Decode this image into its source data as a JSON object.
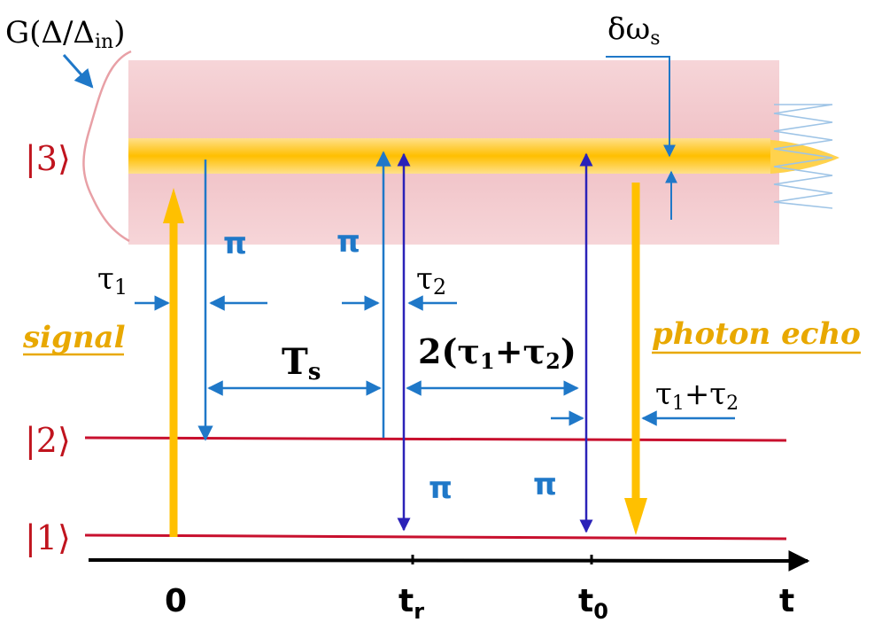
{
  "title": "",
  "distribution": {
    "prefix": "G(Δ/Δ",
    "sub": "in",
    "suffix": ")"
  },
  "linewidth": {
    "base": "δω",
    "sub": "s"
  },
  "levels": {
    "level3": "|3⟩",
    "level2": "|2⟩",
    "level1": "|1⟩"
  },
  "pulses": {
    "pi": "π"
  },
  "labels": {
    "tau1": {
      "base": "τ",
      "sub": "1"
    },
    "tau2": {
      "base": "τ",
      "sub": "2"
    },
    "storage": {
      "base": "T",
      "sub": "s"
    },
    "echo_delay": {
      "p1": "2(τ",
      "s1": "1",
      "p2": "+τ",
      "s2": "2",
      "p3": ")"
    },
    "half_delay": {
      "p1": "τ",
      "s1": "1",
      "p2": "+τ",
      "s2": "2"
    },
    "signal": "signal",
    "photon_echo": "photon echo"
  },
  "axis": {
    "zero": "0",
    "tr": {
      "base": "t",
      "sub": "r"
    },
    "t0": {
      "base": "t",
      "sub": "0"
    },
    "t": "t"
  },
  "colors": {
    "level_line": "#c8102e",
    "level_text": "#c0141e",
    "band": "#f2c7cc",
    "beam": "#ffc000",
    "label_blue": "#1f78c8",
    "pulse_dark_blue": "#2b22b8",
    "axis": "#000000",
    "label_gold": "#e8a800"
  }
}
